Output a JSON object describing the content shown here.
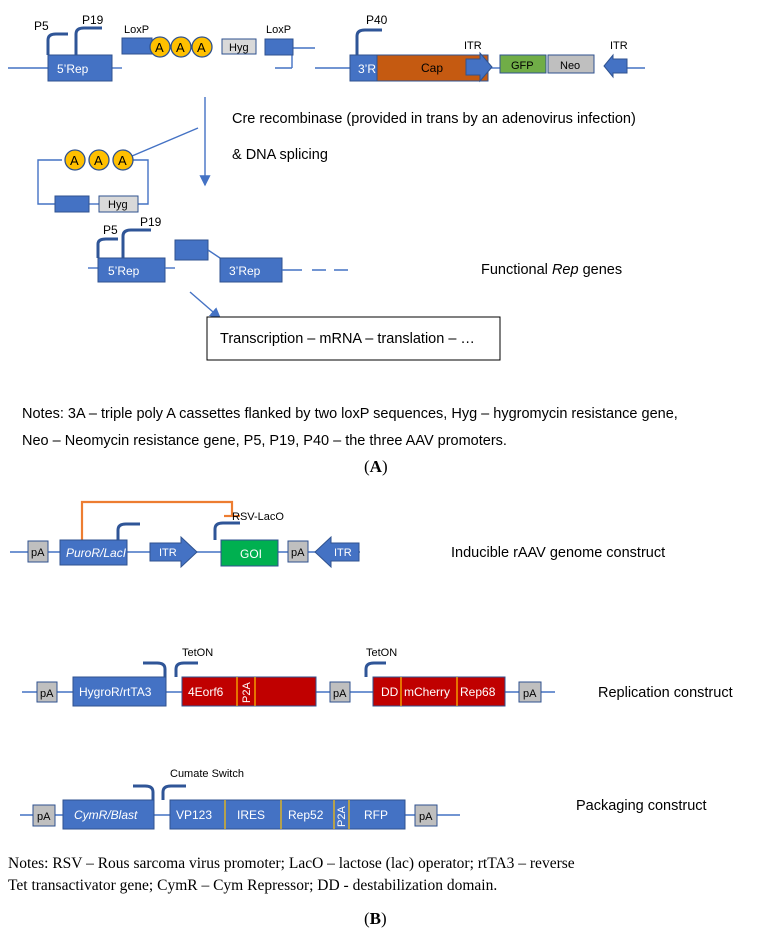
{
  "panel_a": {
    "top_construct": {
      "promoters": [
        "P5",
        "P19",
        "P40"
      ],
      "loxp_labels": [
        "LoxP",
        "LoxP"
      ],
      "gene_5rep": "5’Rep",
      "polya_letters": [
        "A",
        "A",
        "A"
      ],
      "hyg": "Hyg",
      "gene_3rep": "3’Rep",
      "cap": "Cap",
      "itr_labels": [
        "ITR",
        "ITR"
      ],
      "gfp": "GFP",
      "neo": "Neo"
    },
    "excised": {
      "polya_letters": [
        "A",
        "A",
        "A"
      ],
      "hyg": "Hyg"
    },
    "cre_text_1": "Cre recombinase (provided in trans by an adenovirus infection)",
    "cre_text_2": "& DNA splicing",
    "functional": {
      "promoters": [
        "P5",
        "P19"
      ],
      "gene_5rep": "5’Rep",
      "gene_3rep": "3’Rep",
      "label_prefix": "Functional ",
      "label_italic": "Rep",
      "label_suffix": " genes"
    },
    "transcription_box": "Transcription – mRNA – translation – …",
    "notes_line_1": "Notes: 3A – triple poly A cassettes flanked by two loxP sequences, Hyg – hygromycin resistance gene,",
    "notes_line_2": "Neo – Neomycin resistance gene, P5, P19, P40 – the three AAV promoters.",
    "panel_label_open": "(",
    "panel_label_letter": "A",
    "panel_label_close": ")"
  },
  "panel_b": {
    "inducible": {
      "pa_labels": [
        "pA",
        "pA"
      ],
      "puror": "PuroR/LacI",
      "itr_labels": [
        "ITR",
        "ITR"
      ],
      "promoter": "RSV-LacO",
      "goi": "GOI",
      "title": "Inducible rAAV genome construct"
    },
    "replication": {
      "pa_labels": [
        "pA",
        "pA",
        "pA"
      ],
      "hygro": "HygroR/rtTA3",
      "tet_labels": [
        "TetON",
        "TetON"
      ],
      "gene_4eorf6": "4Eorf6",
      "p2a": "P2A",
      "dd": "DD",
      "mcherry": "mCherry",
      "rep68": "Rep68",
      "title": "Replication construct"
    },
    "packaging": {
      "pa_labels": [
        "pA",
        "pA"
      ],
      "cymr": "CymR/Blast",
      "switch_label": "Cumate Switch",
      "vp123": "VP123",
      "ires": "IRES",
      "rep52": "Rep52",
      "p2a": "P2A",
      "rfp": "RFP",
      "title": "Packaging construct"
    },
    "notes_line_1": "Notes: RSV – Rous sarcoma virus promoter; LacO – lactose (lac) operator; rtTA3 – reverse",
    "notes_line_2": "Tet transactivator gene; CymR – Cym Repressor; DD -  destabilization domain.",
    "panel_label_open": "(",
    "panel_label_letter": "B",
    "panel_label_close": ")"
  },
  "colors": {
    "gene_blue": "#4472c4",
    "promoter_blue": "#2f5597",
    "polya_yellow": "#ffc000",
    "cap_orange": "#c55a11",
    "gfp_green": "#70ad47",
    "goi_green": "#00b050",
    "red": "#c00000",
    "lacI_orange": "#ed7d31",
    "gray": "#d9d9d9"
  }
}
